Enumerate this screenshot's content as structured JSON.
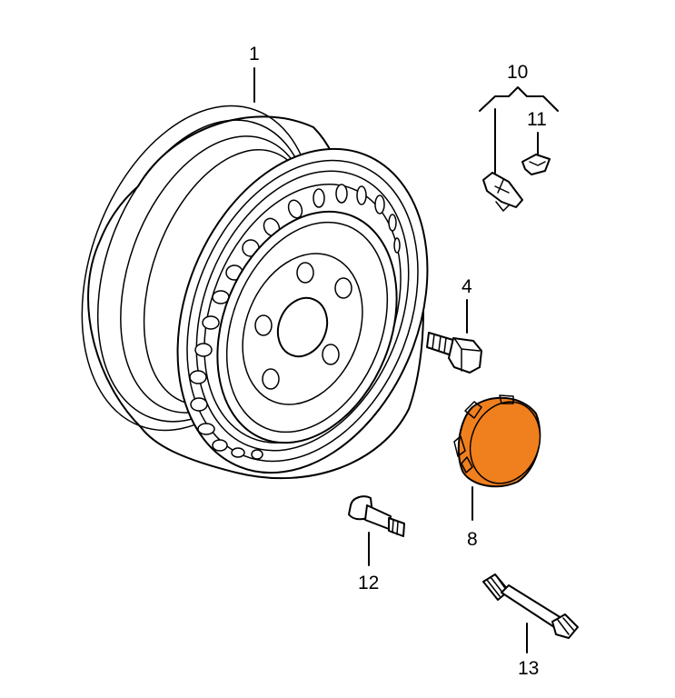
{
  "colors": {
    "highlight": "#f07f1d",
    "line": "#000000",
    "background": "#ffffff"
  },
  "callouts": {
    "c1": "1",
    "c4": "4",
    "c8": "8",
    "c10": "10",
    "c11": "11",
    "c12": "12",
    "c13": "13"
  }
}
